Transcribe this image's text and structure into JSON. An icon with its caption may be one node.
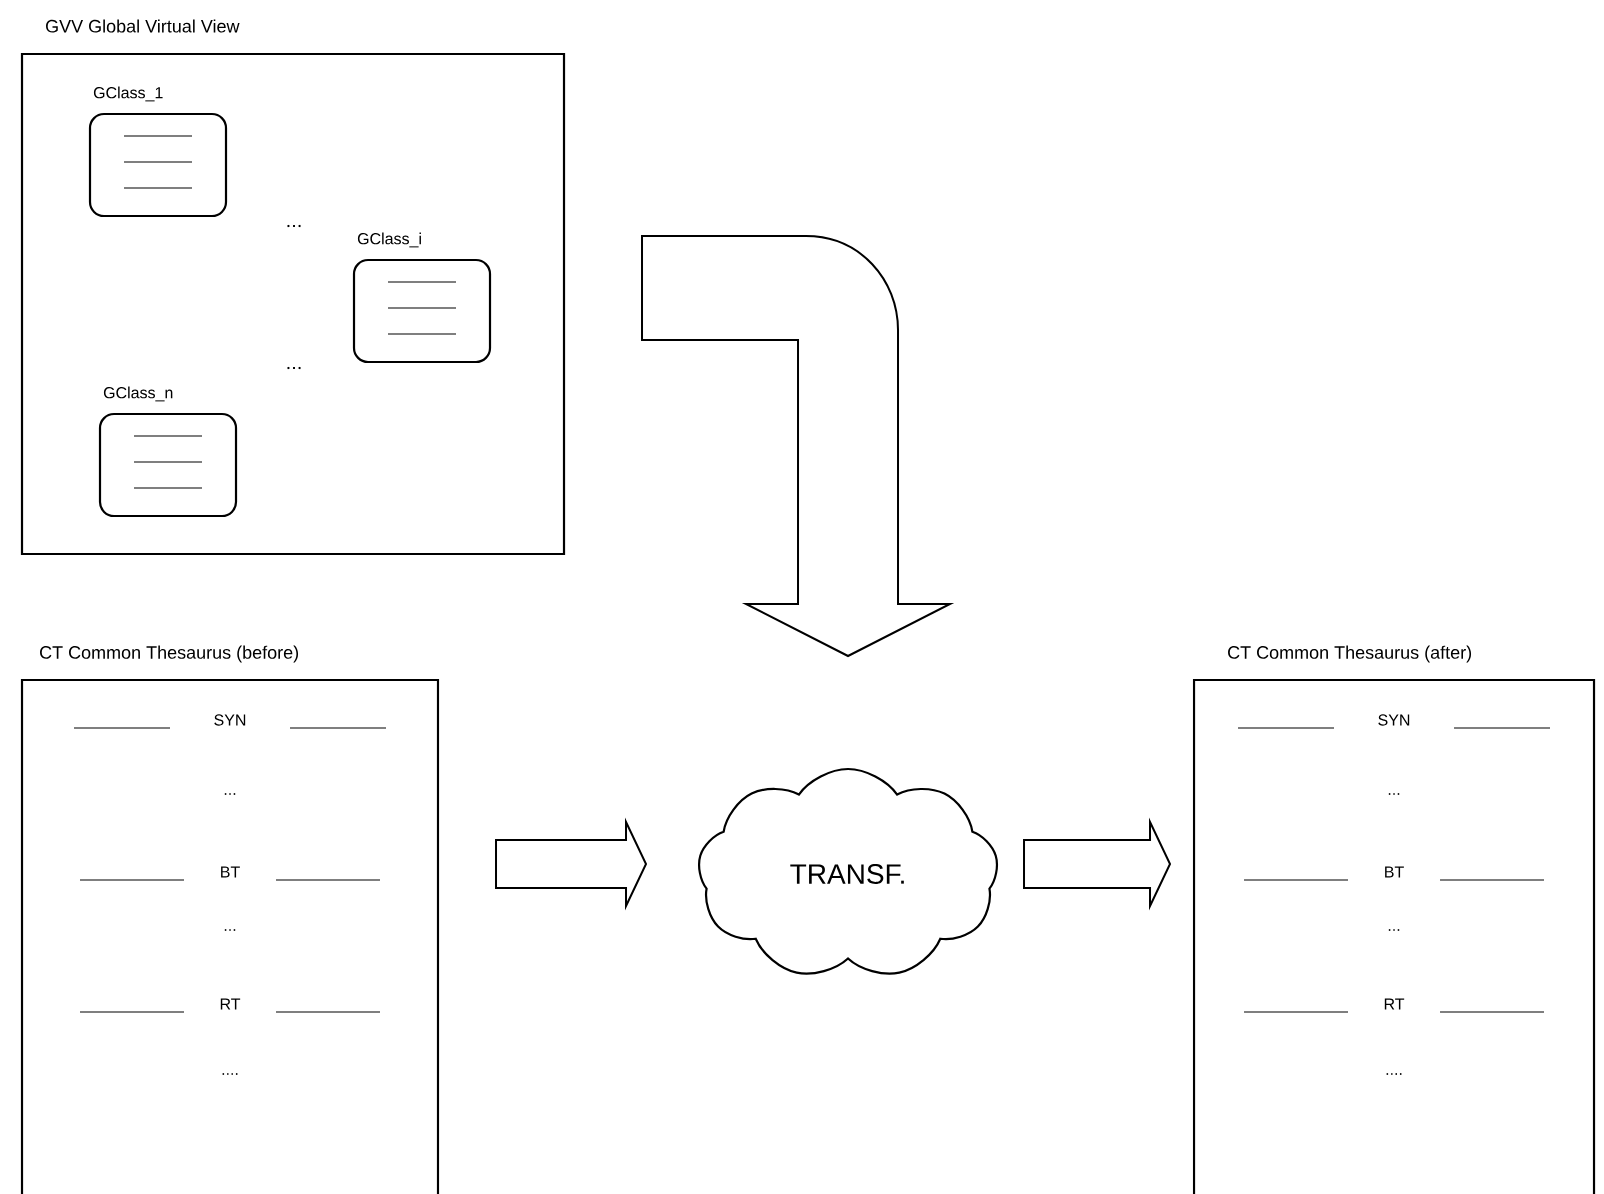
{
  "diagram": {
    "nodes": [
      {
        "text": [
          "GVV Global Virtual View"
        ]
      },
      {
        "text": [
          "GClass_1"
        ],
        "in": 0
      },
      {
        "text": [
          "GClass_i"
        ],
        "in": 0
      },
      {
        "text": [
          "GClass_n"
        ],
        "in": 0
      },
      {
        "text": [
          "CT Common Thesaurus (before)",
          "SYN",
          "...",
          "BT",
          "...",
          "RT",
          "...."
        ]
      },
      {
        "text": [
          "TRANSF."
        ]
      },
      {
        "text": [
          "CT Common Thesaurus (after)",
          "SYN",
          "...",
          "BT",
          "...",
          "RT",
          "...."
        ]
      }
    ],
    "edges": [
      {
        "from": 0,
        "to": 5,
        "arrow": "to"
      },
      {
        "from": 4,
        "to": 5,
        "arrow": "to"
      },
      {
        "from": 5,
        "to": 6,
        "arrow": "to"
      }
    ],
    "labels": [
      "...",
      "..."
    ]
  }
}
